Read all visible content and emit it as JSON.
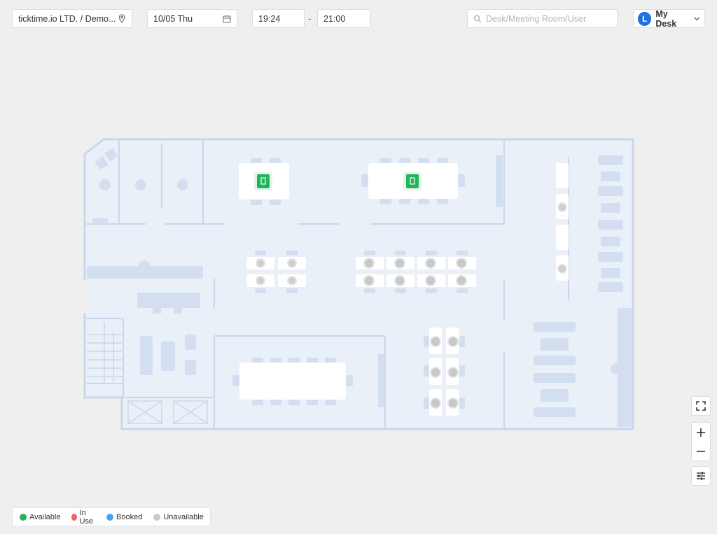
{
  "header": {
    "location": "ticktime.io LTD. / Demo...",
    "date": "10/05 Thu",
    "time_start": "19:24",
    "time_separator": "-",
    "time_end": "21:00",
    "search_placeholder": "Desk/Meeting Room/User",
    "user_initial": "L",
    "my_desk_label": "My Desk"
  },
  "legend": [
    {
      "label": "Available",
      "color": "#22b45a"
    },
    {
      "label": "In Use",
      "color": "#f06262"
    },
    {
      "label": "Booked",
      "color": "#4aa3ee"
    },
    {
      "label": "Unavailable",
      "color": "#c9c9c9"
    }
  ],
  "colors": {
    "wall": "#c8d7ec",
    "floor": "#eaf0f7",
    "furniture": "#d3dff0",
    "available": "#22b45a"
  }
}
